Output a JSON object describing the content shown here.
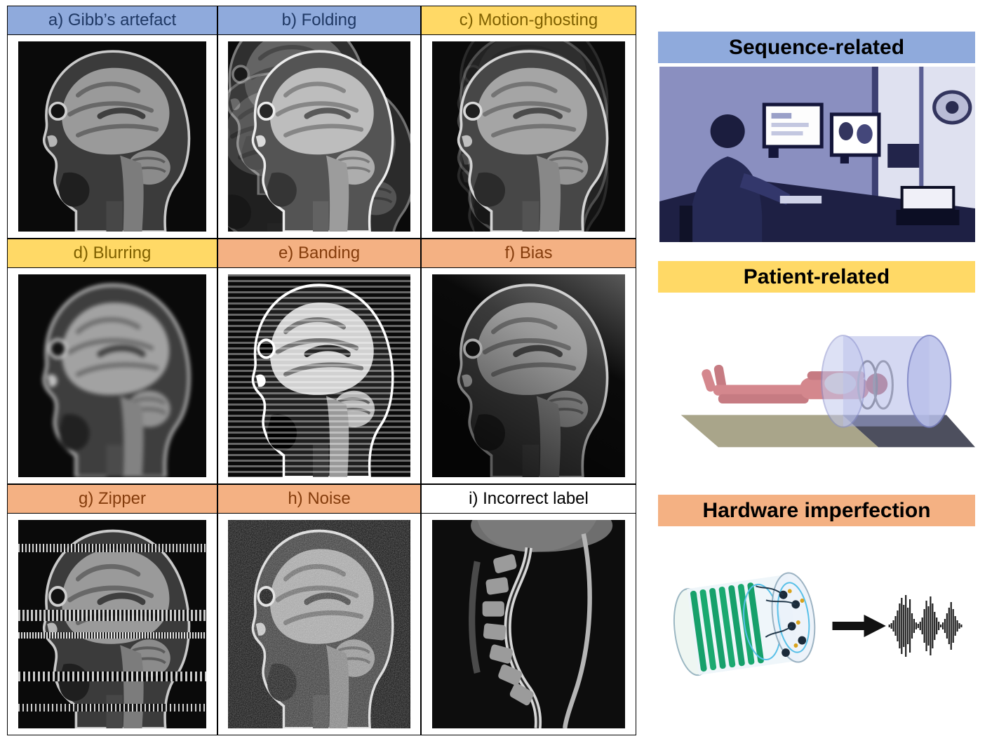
{
  "panels": [
    {
      "label": "a) Gibb’s artefact",
      "header_color": "#8FAADC",
      "category": "sequence-related"
    },
    {
      "label": "b) Folding",
      "header_color": "#8FAADC",
      "category": "sequence-related"
    },
    {
      "label": "c) Motion-ghosting",
      "header_color": "#FFD966",
      "category": "patient-related"
    },
    {
      "label": "d) Blurring",
      "header_color": "#FFD966",
      "category": "patient-related"
    },
    {
      "label": "e) Banding",
      "header_color": "#F4B183",
      "category": "hardware-imperfection"
    },
    {
      "label": "f) Bias",
      "header_color": "#F4B183",
      "category": "hardware-imperfection"
    },
    {
      "label": "g) Zipper",
      "header_color": "#F4B183",
      "category": "hardware-imperfection"
    },
    {
      "label": "h) Noise",
      "header_color": "#F4B183",
      "category": "hardware-imperfection"
    },
    {
      "label": "i) Incorrect label",
      "header_color": "#FFFFFF",
      "category": null
    }
  ],
  "categories": [
    {
      "label": "Sequence-related",
      "color": "#8FAADC",
      "illustration": "mri-console-room"
    },
    {
      "label": "Patient-related",
      "color": "#FFD966",
      "illustration": "patient-lying-in-mri-scanner"
    },
    {
      "label": "Hardware imperfection",
      "color": "#F4B183",
      "illustration": "gradient-coil-arrow-acoustic-noise-waveform"
    }
  ],
  "palette": {
    "blue": "#8FAADC",
    "yellow": "#FFD966",
    "orange": "#F4B183",
    "blue_text": "#1F3864",
    "yellow_text": "#7F6000",
    "orange_text": "#843C0C"
  }
}
